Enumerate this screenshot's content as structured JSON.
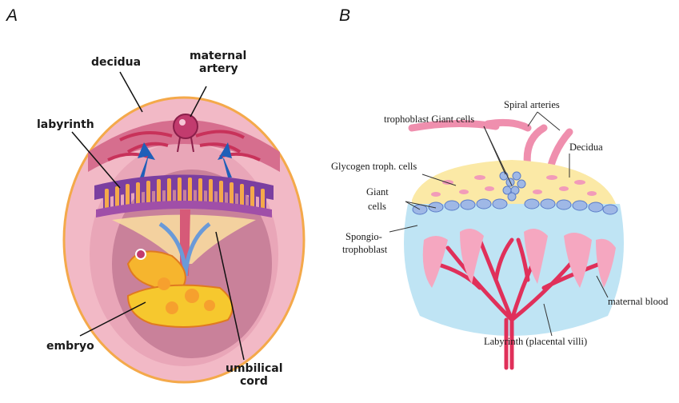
{
  "panels": [
    {
      "letter": "A"
    },
    {
      "letter": "B"
    }
  ],
  "panel_a_labels": {
    "decidua": "decidua",
    "maternal_artery_1": "maternal",
    "maternal_artery_2": "artery",
    "labyrinth": "labyrinth",
    "embryo": "embryo",
    "umbilical_cord_1": "umbilical",
    "umbilical_cord_2": "cord"
  },
  "panel_b_labels": {
    "spiral_arteries": "Spiral arteries",
    "trophoblast_giant_cells": "trophoblast Giant cells",
    "decidua": "Decidua",
    "glycogen_troph_cells": "Glycogen troph. cells",
    "giant_cells_1": "Giant",
    "giant_cells_2": "cells",
    "spongiotrophoblast_1": "Spongio-",
    "spongiotrophoblast_2": "trophoblast",
    "maternal_blood": "maternal blood",
    "labyrinth": "Labyrinth (placental villi)"
  },
  "colors": {
    "outer_pink": "#f0b8c4",
    "decidua_band": "#e9a0b4",
    "orange_rim": "#f4a94a",
    "yolk": "#f6c82e",
    "blue": "#6a9ad8",
    "purple": "#7b3fa0",
    "artery_red": "#c8325a",
    "decidua_yellow": "#fbe9a6",
    "sponge_blue": "#bfe4f4",
    "vessel_red": "#e0305a",
    "light_pink": "#f5a7c0"
  }
}
